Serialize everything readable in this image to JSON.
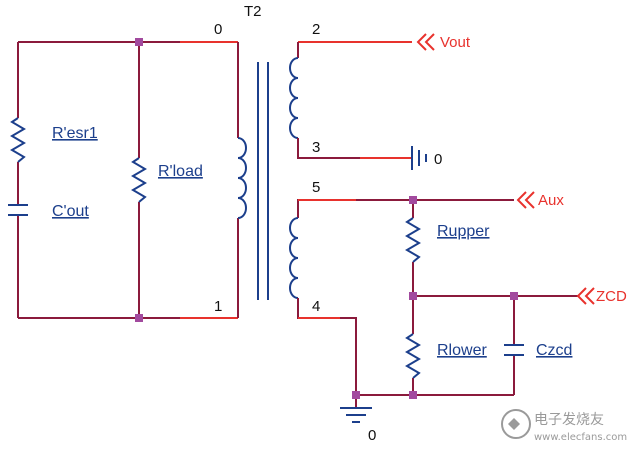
{
  "labels": {
    "transformer": "T2",
    "pins": {
      "p0": "0",
      "p1": "1",
      "p2": "2",
      "p3": "3",
      "p4": "4",
      "p5": "5"
    },
    "resr1": "R'esr1",
    "cout": "C'out",
    "rload": "R'load",
    "rupper": "Rupper",
    "rlower": "Rlower",
    "czcd": "Czcd",
    "vout": "Vout",
    "aux": "Aux",
    "zcd": "ZCD",
    "gnd_secondary": "0",
    "gnd_aux": "0"
  },
  "watermark": {
    "cn": "电子发烧友",
    "url": "www.elecfans.com"
  },
  "colors": {
    "wire": "#8b1a3c",
    "lead": "#e8322d",
    "component": "#1c3f8c",
    "node": "#a24a9e",
    "port_text": "#e8322d"
  }
}
